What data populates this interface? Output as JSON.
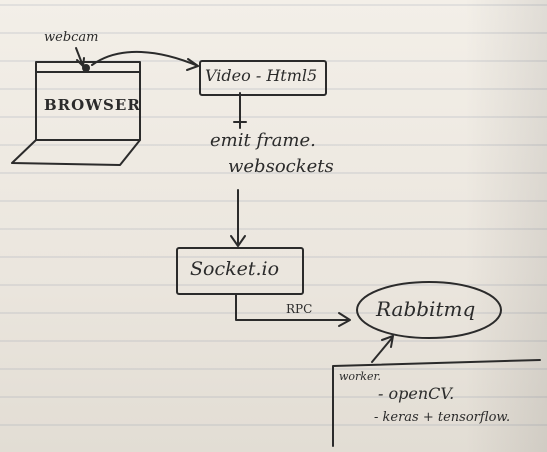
{
  "nodes": {
    "webcam": "webcam",
    "browser": "BROWSER",
    "video": "Video - Html5",
    "emit": "emit frame.",
    "websockets": "websockets",
    "socketio": "Socket.io",
    "rpc": "RPC",
    "rabbitmq": "Rabbitmq",
    "worker": "worker.",
    "worker_items": [
      "- openCV.",
      "- keras + tensorflow."
    ]
  }
}
